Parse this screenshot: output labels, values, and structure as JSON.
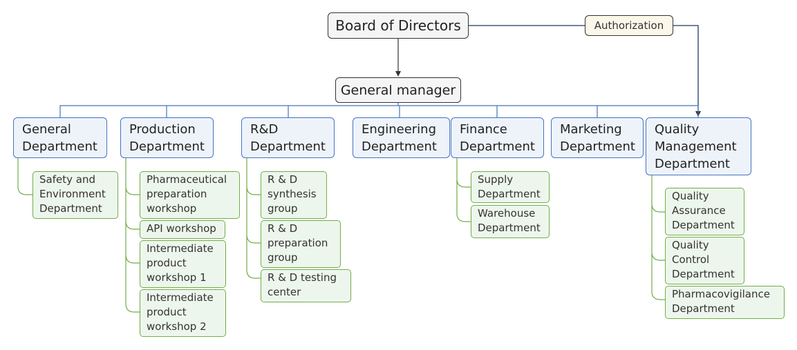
{
  "board": "Board of Directors",
  "authorization": "Authorization",
  "general_manager": "General manager",
  "departments": {
    "general": "General\nDepartment",
    "production": "Production\nDepartment",
    "rd": "R&D\nDepartment",
    "engineering": "Engineering\nDepartment",
    "finance": "Finance\nDepartment",
    "marketing": "Marketing\nDepartment",
    "quality": "Quality\nManagement\nDepartment"
  },
  "subunits": {
    "safety": "Safety and\nEnvironment\nDepartment",
    "pharma_prep": "Pharmaceutical\npreparation\nworkshop",
    "api": "API workshop",
    "intermediate1": "Intermediate\nproduct\nworkshop 1",
    "intermediate2": "Intermediate\nproduct\nworkshop 2",
    "rd_synthesis": "R & D\nsynthesis\ngroup",
    "rd_preparation": "R & D\npreparation\ngroup",
    "rd_testing": "R & D testing\ncenter",
    "supply": "Supply\nDepartment",
    "warehouse": "Warehouse\nDepartment",
    "qa": "Quality\nAssurance\nDepartment",
    "qc": "Quality\nControl\nDepartment",
    "pv": "Pharmacovigilance\nDepartment"
  }
}
